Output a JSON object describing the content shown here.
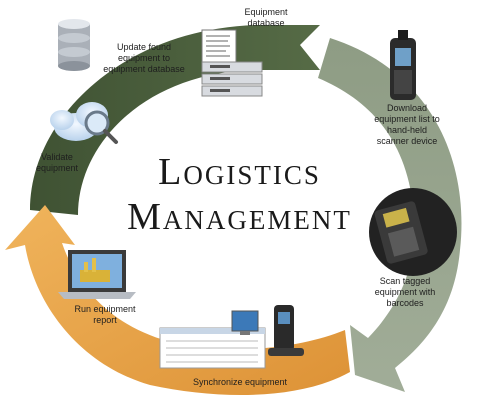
{
  "title": {
    "line1": "Logistics",
    "line2": "Management"
  },
  "steps": [
    {
      "id": "equipment-database",
      "label": "Equipment database"
    },
    {
      "id": "download",
      "label": "Download equipment list to hand-held scanner device"
    },
    {
      "id": "scan",
      "label": "Scan tagged equipment with barcodes"
    },
    {
      "id": "synchronize",
      "label": "Synchronize equipment"
    },
    {
      "id": "run-report",
      "label": "Run equipment report"
    },
    {
      "id": "validate",
      "label": "Validate equipment"
    },
    {
      "id": "update",
      "label": "Update found equipment to equipment database"
    }
  ],
  "colors": {
    "dark_green": "#4a5f3c",
    "gray_green": "#8d9a82",
    "orange": "#e8a44a",
    "background": "#ffffff"
  },
  "icons": [
    "database-icon",
    "server-rack-icon",
    "handheld-scanner-icon",
    "barcode-scanner-photo",
    "sync-devices-icon",
    "laptop-report-icon",
    "cloud-magnifier-icon"
  ]
}
